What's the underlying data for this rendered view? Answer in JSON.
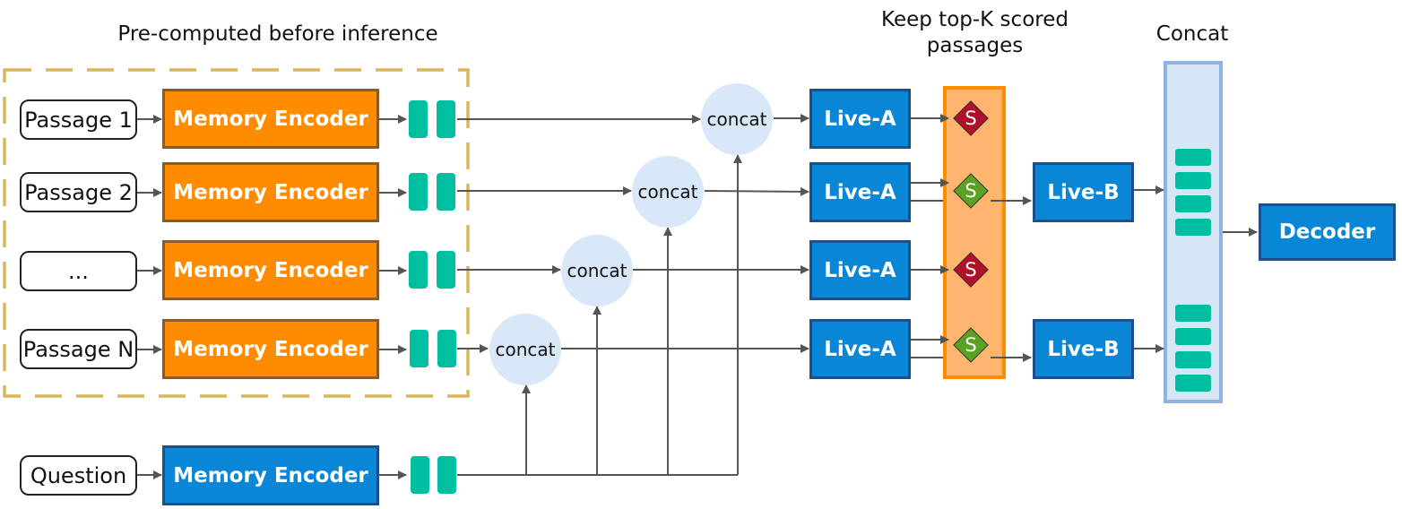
{
  "captions": {
    "precomputed": "Pre-computed before inference",
    "topk": "Keep top-K scored passages",
    "concat": "Concat"
  },
  "passages": [
    "Passage 1",
    "Passage 2",
    "...",
    "Passage N"
  ],
  "question": "Question",
  "memory_encoder_label": "Memory Encoder",
  "concat_label": "concat",
  "live_a_label": "Live-A",
  "live_b_label": "Live-B",
  "decoder_label": "Decoder",
  "score_label": "S",
  "scores": [
    "rejected",
    "kept",
    "rejected",
    "kept"
  ],
  "colors": {
    "orange_encoder": "#ff8c00",
    "blue_block": "#0a86d6",
    "token": "#00bfa0",
    "concat_circle": "#d8e8f8",
    "score_rejected": "#b0102a",
    "score_kept": "#5aa322",
    "dashed_region": "#d9b65c",
    "topk_panel": "#ffb56e",
    "concat_panel": "#d6e6f7"
  }
}
